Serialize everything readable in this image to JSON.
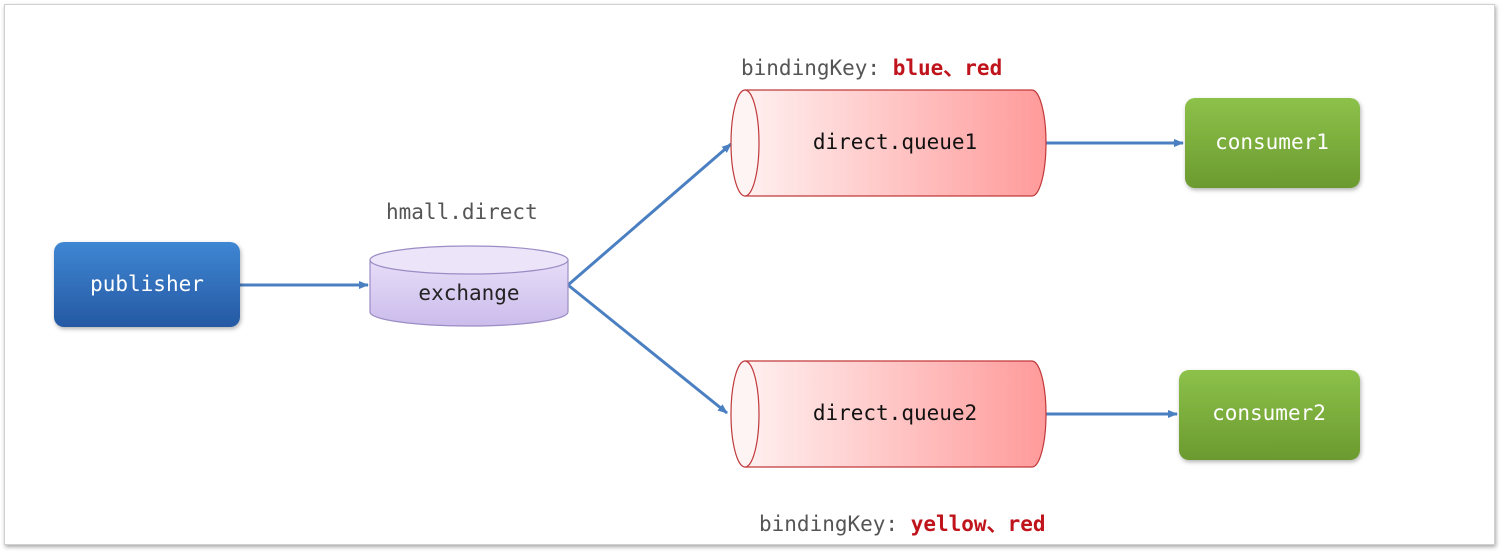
{
  "nodes": {
    "publisher": "publisher",
    "exchange": "exchange",
    "queue1": "direct.queue1",
    "queue2": "direct.queue2",
    "consumer1": "consumer1",
    "consumer2": "consumer2"
  },
  "labels": {
    "exchange_name": "hmall.direct",
    "binding1_prefix": "bindingKey: ",
    "binding1_keys": "blue、red",
    "binding2_prefix": "bindingKey: ",
    "binding2_keys": "yellow、red"
  },
  "colors": {
    "publisher": "#2f6db8",
    "exchange": "#d6c9ef",
    "queue": "#ff9a9a",
    "consumer": "#7aa83a",
    "arrow": "#4a7fc1",
    "binding_key": "#c0141c"
  }
}
